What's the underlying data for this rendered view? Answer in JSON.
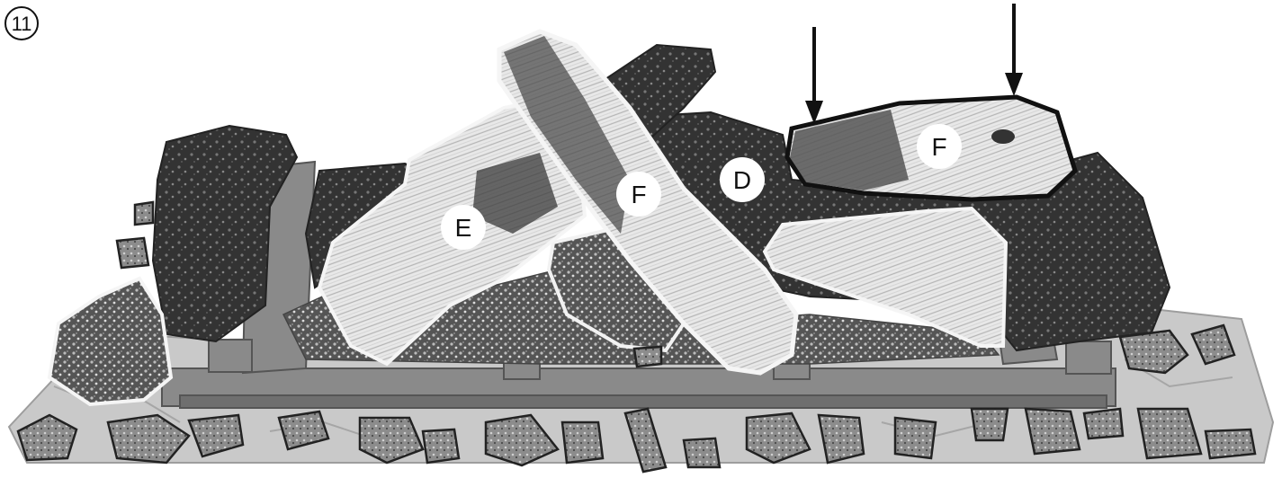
{
  "figure": {
    "step_number": "11",
    "labels": {
      "log_E": "E",
      "log_F_center": "F",
      "log_F_right": "F",
      "log_D": "D"
    },
    "arrow_count": 2
  },
  "colors": {
    "background": "#ffffff",
    "bed_stone": "#c9c9c9",
    "grate": "#8a8a8a",
    "dark_log": "#2f2f2f",
    "light_log": "#e6e6e6",
    "outline": "#111111"
  }
}
